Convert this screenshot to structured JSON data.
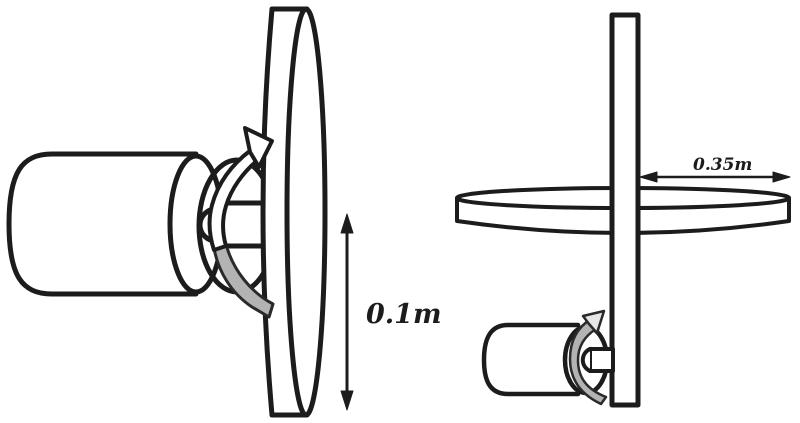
{
  "figure": {
    "description": "Two-view mechanical diagram of motors driving disks",
    "left_view": {
      "dimension_label": "0.1m",
      "parts": [
        "motor-cylinder",
        "hub-circle",
        "drive-shaft",
        "vertical-disk",
        "rotation-arrow",
        "dimension-arrow"
      ]
    },
    "right_view": {
      "dimension_label": "0.35m",
      "parts": [
        "vertical-rod",
        "horizontal-disk",
        "small-motor",
        "drive-shaft",
        "rotation-arrow",
        "dimension-arrow"
      ]
    }
  },
  "labels": {
    "left_dimension": "0.1m",
    "right_dimension": "0.35m"
  },
  "icons": {
    "rotation_arrow": "curved-arrow",
    "dimension_arrow": "double-headed-arrow"
  },
  "colors": {
    "ink": "#1c1c1c",
    "shade": "#b3b3b3",
    "background": "#ffffff"
  }
}
